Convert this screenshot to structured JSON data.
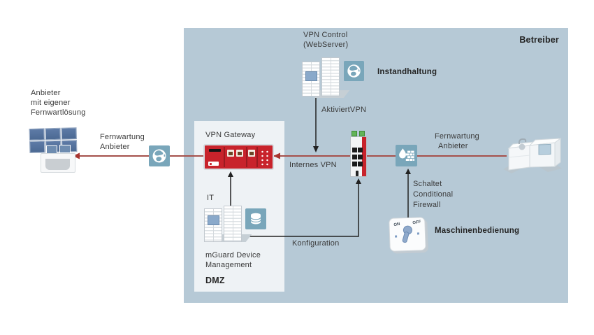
{
  "colors": {
    "operator_bg": "#b6c9d6",
    "dmz_bg": "#eef2f5",
    "icon_teal": "#79a6ba",
    "device_red": "#c8232b",
    "line_red": "#a5504b",
    "monitor_blue": "#54719e"
  },
  "icons": {
    "provider_workstation": "monitor-wall-desk-icon",
    "internet": "globe-icon",
    "web_server": "globe-icon",
    "servers": "server-rack-icon",
    "database": "database-icon",
    "switch": "industrial-switch-icon",
    "firewall": "conditional-firewall-icon",
    "machine": "machine-icon",
    "machine_switch": "on-off-switch-icon"
  },
  "provider": {
    "title": [
      "Anbieter",
      "mit eigener",
      "Fernwartlösung"
    ],
    "connection_label": [
      "Fernwartung",
      "Anbieter"
    ]
  },
  "operator": {
    "label": "Betreiber",
    "vpn_control": {
      "title": [
        "VPN Control",
        "(WebServer)"
      ],
      "role": "Instandhaltung",
      "action": "AktiviertVPN"
    },
    "dmz": {
      "label": "DMZ",
      "gateway_title": "VPN Gateway",
      "it_label": "IT",
      "mdm_title": [
        "mGuard Device",
        "Management"
      ]
    },
    "network": {
      "internal_vpn": "Internes VPN",
      "remote_label": [
        "Fernwartung",
        "Anbieter"
      ],
      "configuration": "Konfiguration"
    },
    "machine_control": {
      "on": "ON",
      "off": "OFF",
      "title": "Maschinenbedienung",
      "action": [
        "Schaltet",
        "Conditional",
        "Firewall"
      ]
    }
  }
}
